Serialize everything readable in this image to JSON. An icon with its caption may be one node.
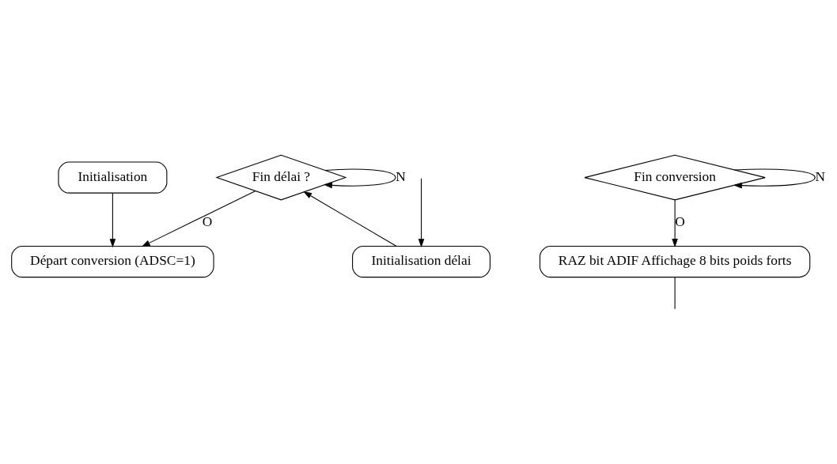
{
  "diagram": {
    "nodes": [
      {
        "text": [
          "Initialisation"
        ]
      },
      {
        "text": [
          "Départ conversion (ADSC=1)"
        ]
      },
      {
        "text": [
          "Fin conversion"
        ]
      },
      {
        "text": [
          "RAZ bit ADIF Affichage 8 bits poids forts"
        ]
      },
      {
        "text": [
          "Fin délai ?"
        ]
      },
      {
        "text": [
          "Initialisation délai"
        ]
      }
    ],
    "edges": [
      {
        "from": 0,
        "to": 1,
        "arrow": "to"
      },
      {
        "from": 4,
        "to": 1,
        "arrow": "to",
        "label": "O"
      },
      {
        "from": 2,
        "to": 2,
        "arrow": "to",
        "label": "N"
      },
      {
        "from": 2,
        "to": 3,
        "arrow": "to",
        "label": "O"
      },
      {
        "from": 3,
        "to": null,
        "arrow": "none"
      },
      {
        "from": null,
        "to": 5,
        "arrow": "to"
      },
      {
        "from": 5,
        "to": 4,
        "arrow": "to"
      },
      {
        "from": 4,
        "to": 4,
        "arrow": "to",
        "label": "N"
      }
    ]
  }
}
